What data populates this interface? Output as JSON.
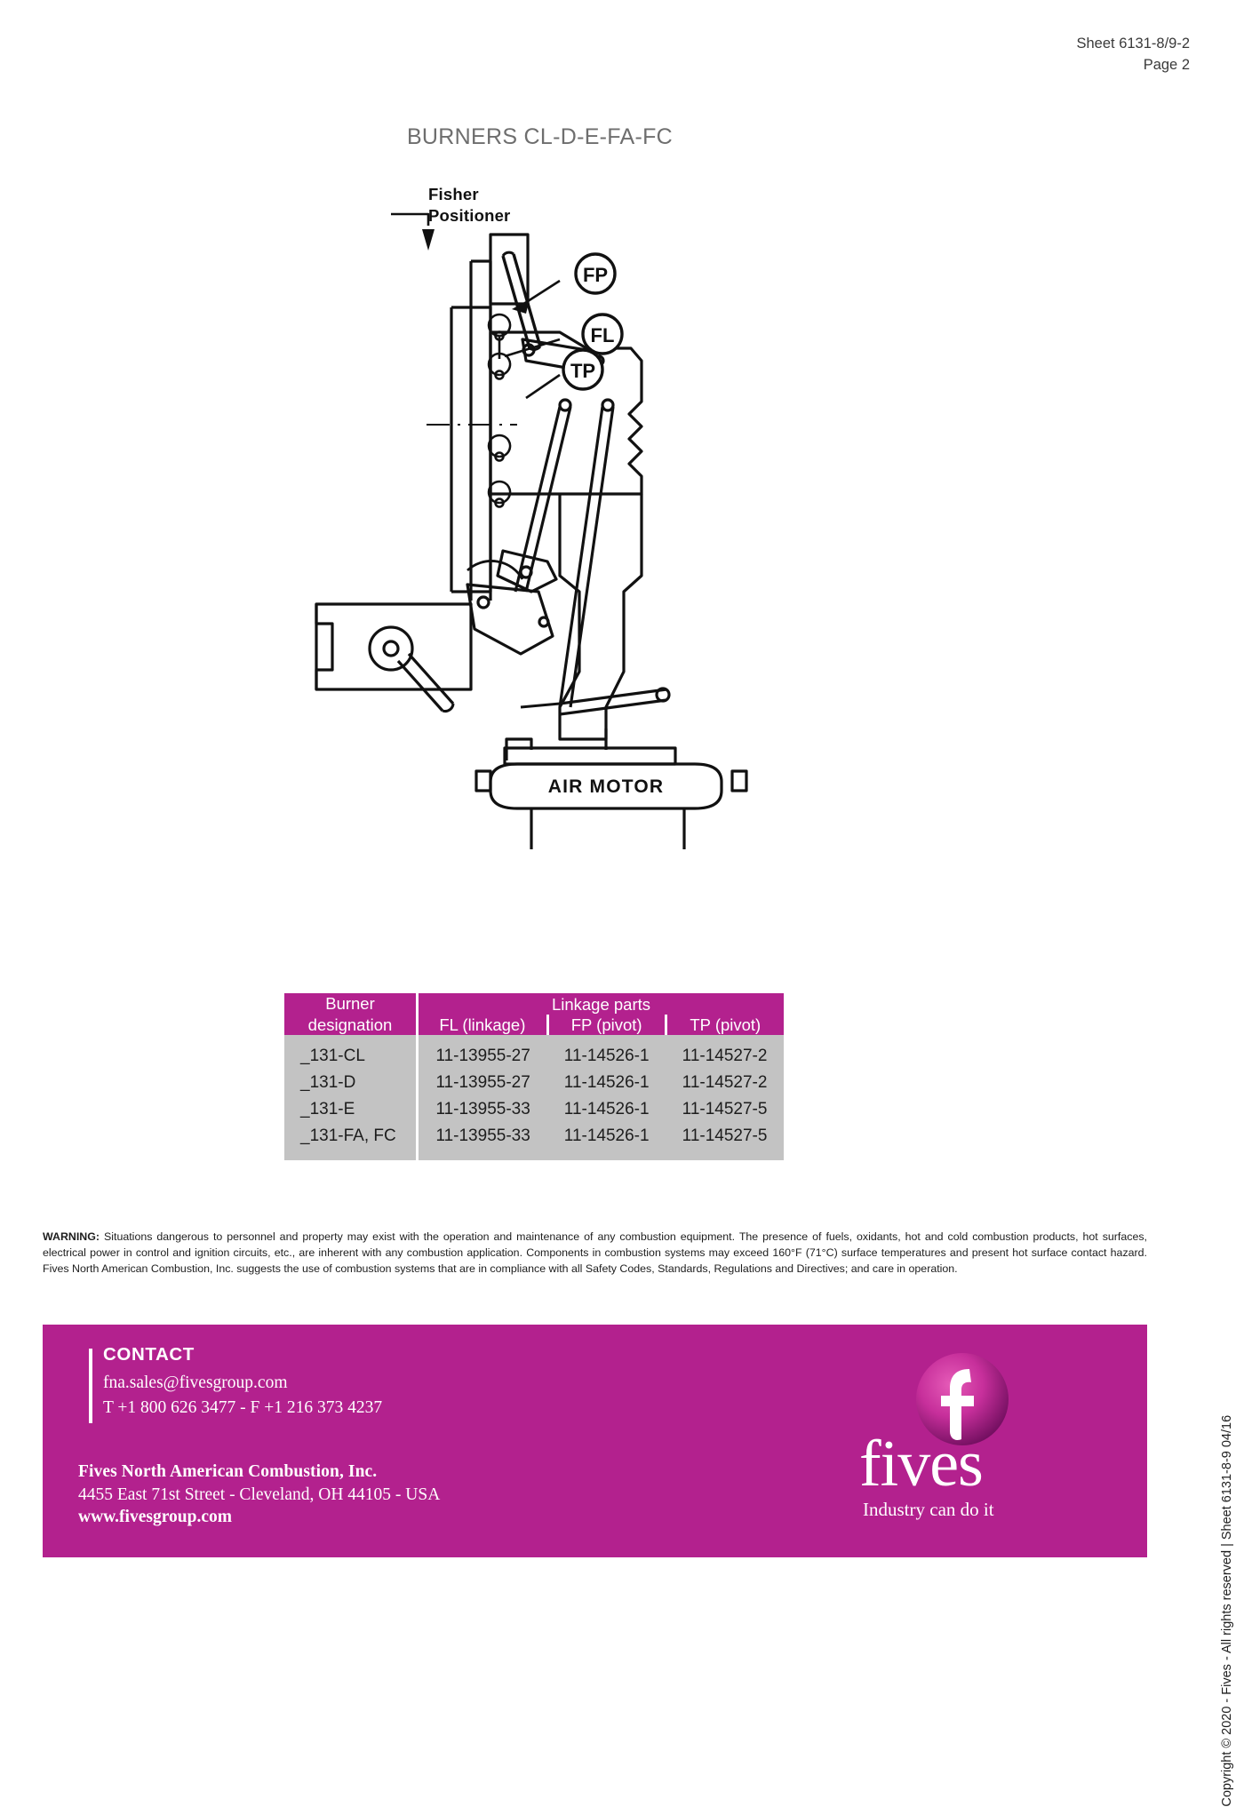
{
  "header": {
    "sheet": "Sheet 6131-8/9-2",
    "page": "Page 2"
  },
  "title": "BURNERS CL-D-E-FA-FC",
  "diagram": {
    "fisher_label_line1": "Fisher",
    "fisher_label_line2": "Positioner",
    "callout_fp": "FP",
    "callout_fl": "FL",
    "callout_tp": "TP",
    "air_motor": "AIR MOTOR"
  },
  "table": {
    "header_burner": "Burner",
    "header_burner2": "designation",
    "header_linkage": "Linkage parts",
    "sub_fl": "FL (linkage)",
    "sub_fp": "FP (pivot)",
    "sub_tp": "TP (pivot)",
    "rows": [
      {
        "designation": "_131-CL",
        "fl": "11-13955-27",
        "fp": "11-14526-1",
        "tp": "11-14527-2"
      },
      {
        "designation": "_131-D",
        "fl": "11-13955-27",
        "fp": "11-14526-1",
        "tp": "11-14527-2"
      },
      {
        "designation": "_131-E",
        "fl": "11-13955-33",
        "fp": "11-14526-1",
        "tp": "11-14527-5"
      },
      {
        "designation": "_131-FA, FC",
        "fl": "11-13955-33",
        "fp": "11-14526-1",
        "tp": "11-14527-5"
      }
    ]
  },
  "warning": {
    "label": "WARNING:",
    "text": " Situations dangerous to personnel and property may exist with the operation and maintenance of any combustion equipment. The presence of fuels, oxidants, hot and cold combustion products, hot surfaces, electrical power in control and ignition circuits, etc., are inherent with any combustion application. Components in combustion systems may exceed 160°F (71°C) surface temperatures and present hot surface contact hazard. Fives North American Combustion, Inc. suggests the use of combustion systems that are in compliance with all Safety Codes, Standards, Regulations and Directives; and care in operation."
  },
  "footer": {
    "contact_title": "CONTACT",
    "email": "fna.sales@fivesgroup.com",
    "phone": "T +1 800 626 3477 - F +1 216 373 4237",
    "company": "Fives North American Combustion, Inc.",
    "street": "4455 East 71st Street - Cleveland, OH 44105 - USA",
    "website": "www.fivesgroup.com",
    "logo_word": "fives",
    "logo_tagline": "Industry can do it"
  },
  "copyright": "Copyright © 2020 - Fives - All rights reserved | Sheet 6131-8-9 04/16",
  "colors": {
    "brand_magenta": "#b3218e",
    "table_body": "#c3c3c3",
    "title_gray": "#6e6e6e"
  }
}
